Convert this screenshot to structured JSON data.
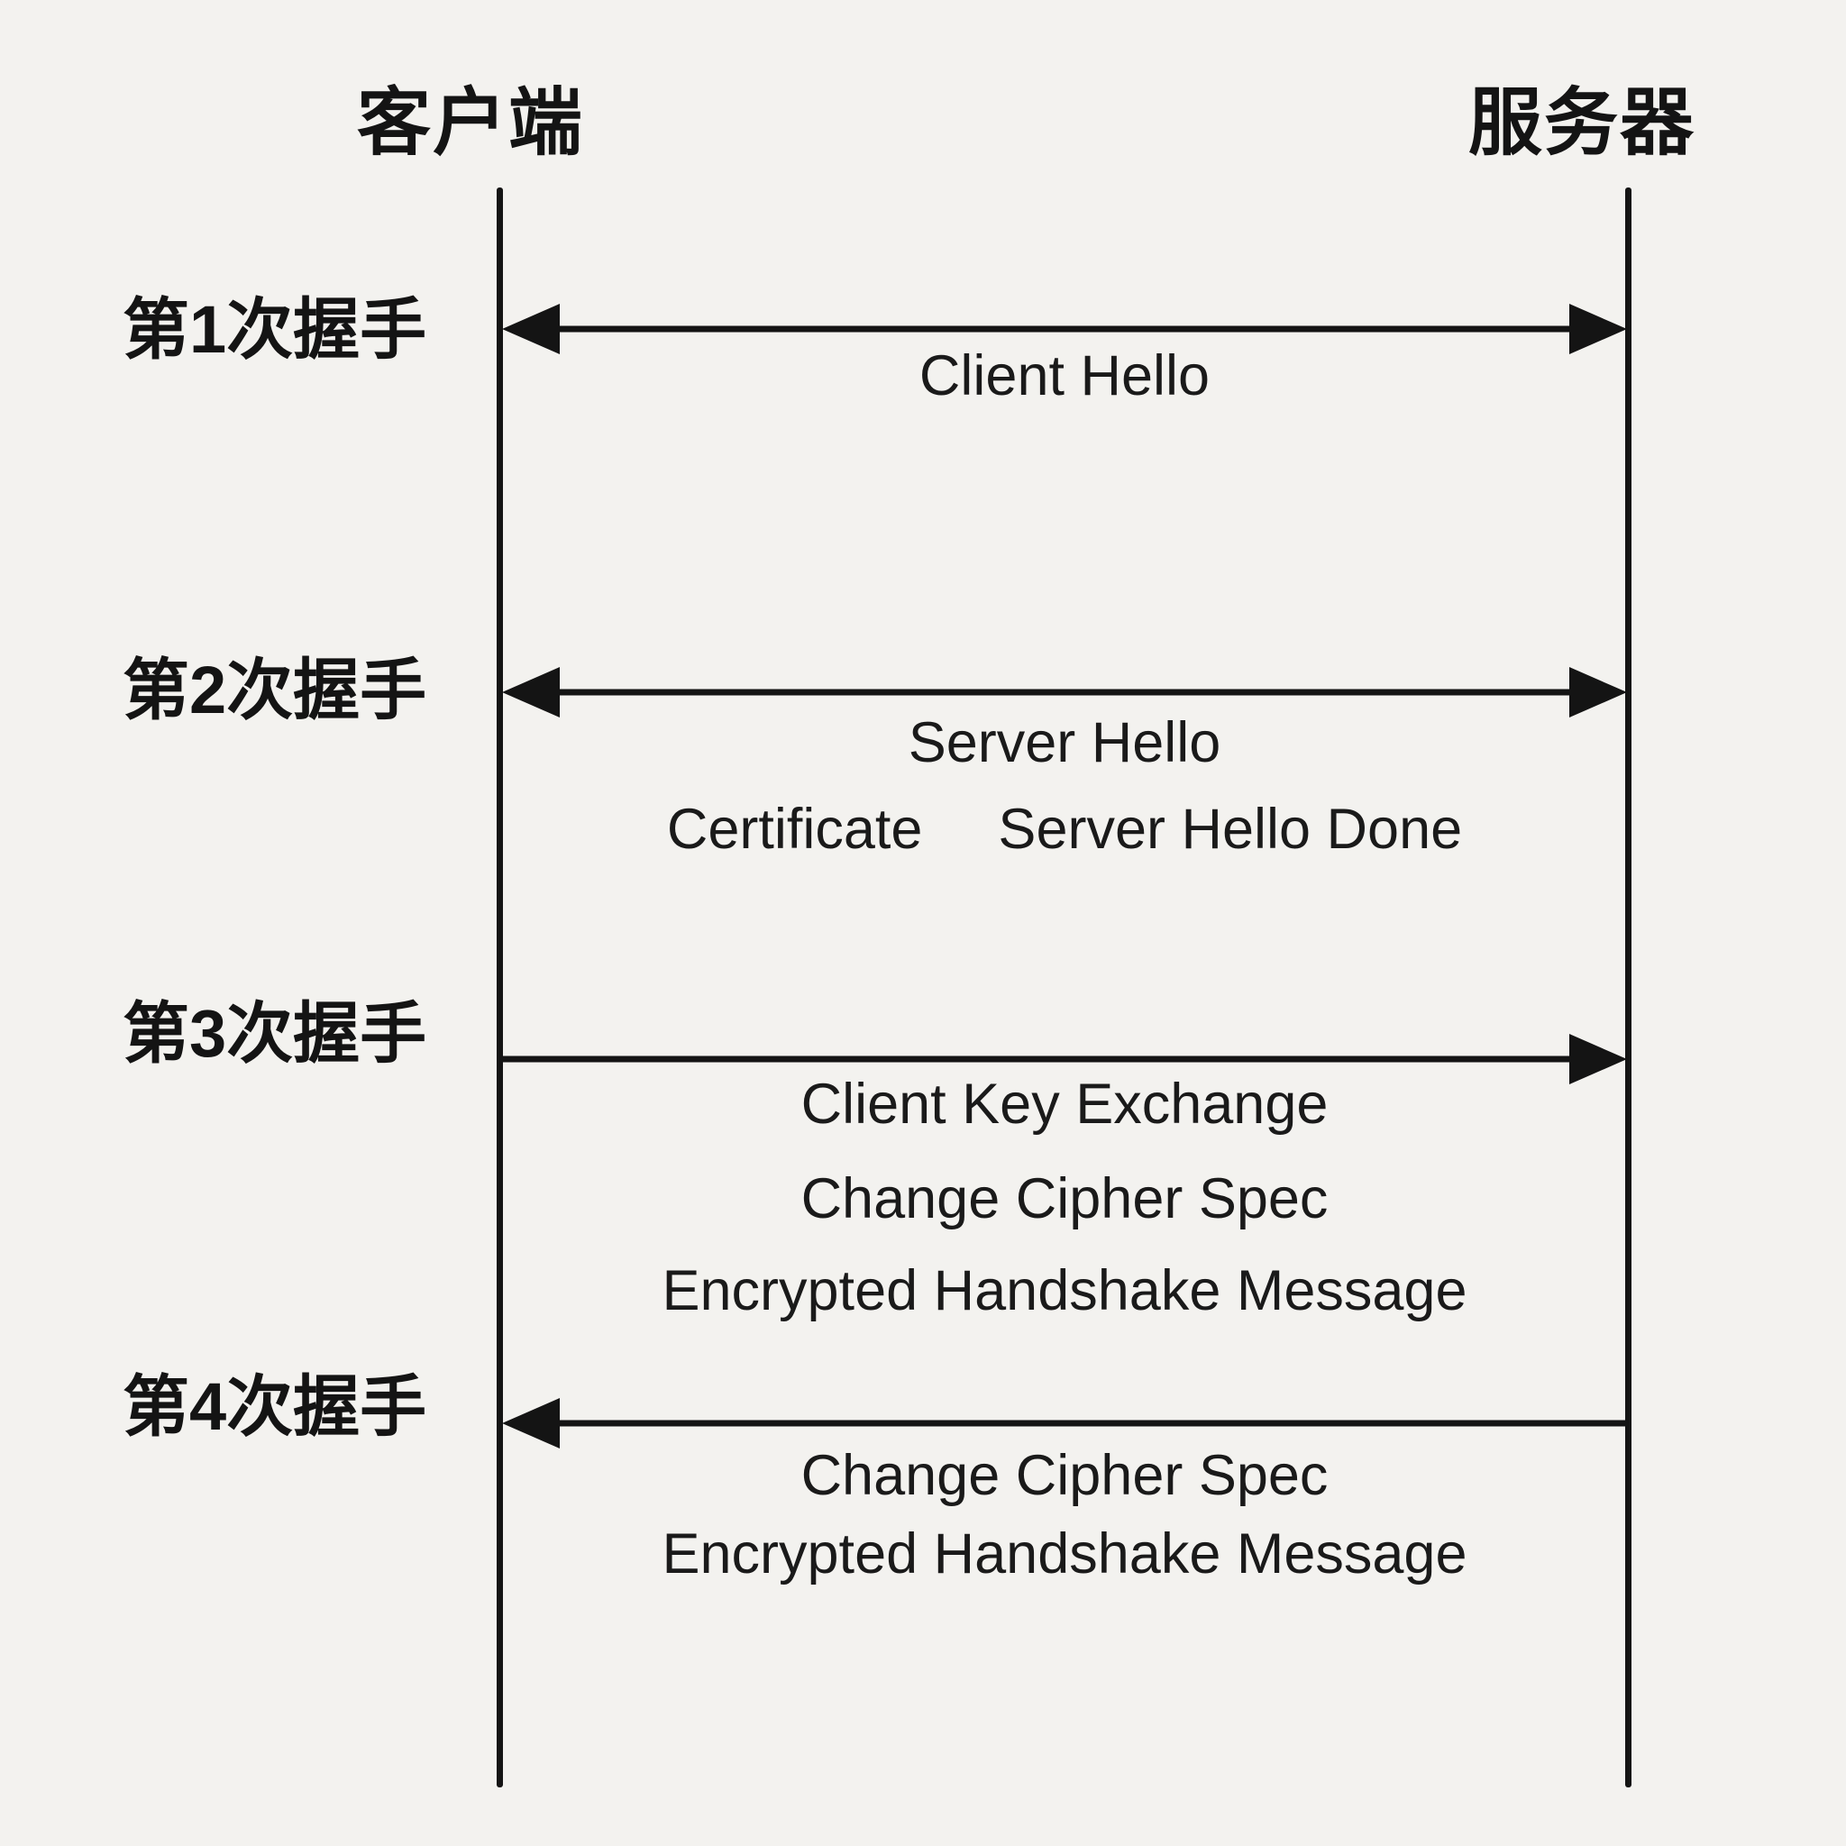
{
  "diagram": {
    "title_semantic": "TLS handshake sequence diagram",
    "client_label": "客户端",
    "server_label": "服务器",
    "colors": {
      "ink": "#141414",
      "background": "#f3f2ef"
    },
    "steps": [
      {
        "label": "第1次握手",
        "direction": "both",
        "messages": [
          "Client Hello"
        ]
      },
      {
        "label": "第2次握手",
        "direction": "both",
        "messages": [
          "Server Hello",
          "Certificate",
          "Server Hello Done"
        ]
      },
      {
        "label": "第3次握手",
        "direction": "client-to-server",
        "messages": [
          "Client Key Exchange",
          "Change Cipher Spec",
          "Encrypted Handshake Message"
        ]
      },
      {
        "label": "第4次握手",
        "direction": "server-to-client",
        "messages": [
          "Change Cipher Spec",
          "Encrypted Handshake Message"
        ]
      }
    ]
  }
}
